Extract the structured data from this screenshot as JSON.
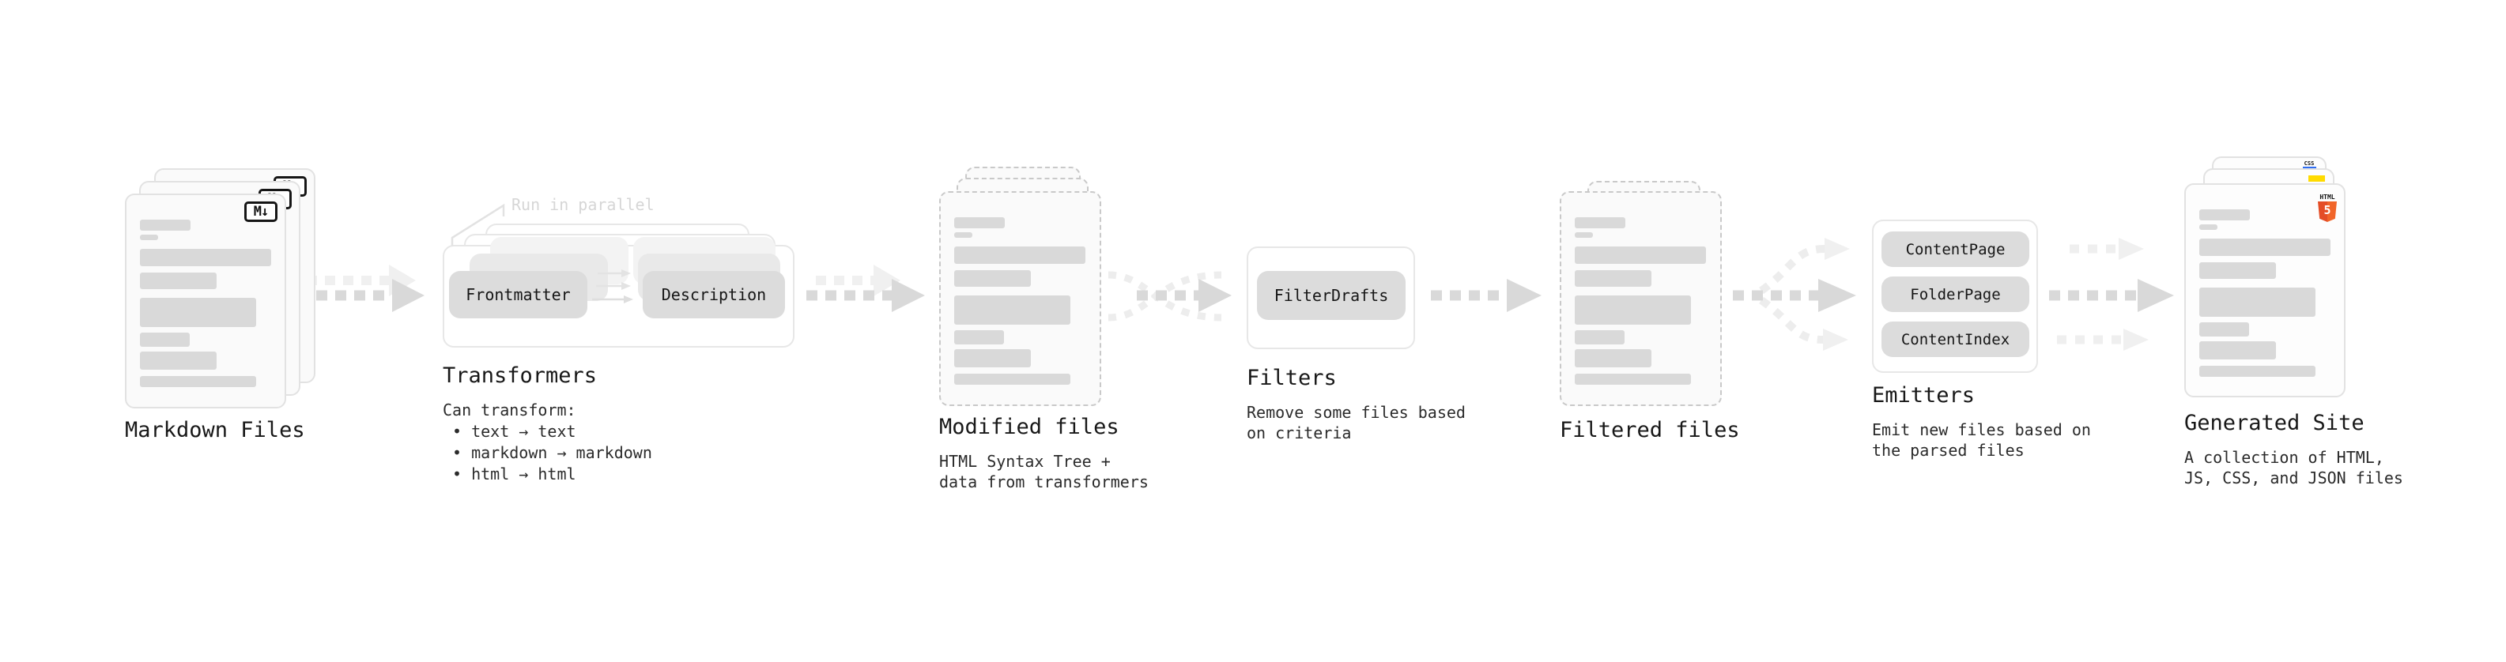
{
  "pipeline": {
    "markdown_files": {
      "title": "Markdown Files",
      "badge": "M↓"
    },
    "transformers": {
      "title": "Transformers",
      "parallel_note": "Run in parallel",
      "input_box": "Frontmatter",
      "output_box": "Description",
      "caption_intro": "Can transform:",
      "caption_bullets": [
        "• text → text",
        "• markdown → markdown",
        "• html → html"
      ]
    },
    "modified_files": {
      "title": "Modified files",
      "caption_lines": [
        "HTML Syntax Tree +",
        "data from transformers"
      ]
    },
    "filters": {
      "title": "Filters",
      "box": "FilterDrafts",
      "caption_lines": [
        "Remove some files based",
        "on criteria"
      ]
    },
    "filtered_files": {
      "title": "Filtered files"
    },
    "emitters": {
      "title": "Emitters",
      "boxes": [
        "ContentPage",
        "FolderPage",
        "ContentIndex"
      ],
      "caption_lines": [
        "Emit new files based on",
        "the parsed files"
      ]
    },
    "generated_site": {
      "title": "Generated Site",
      "caption_lines": [
        "A collection of HTML,",
        "JS, CSS, and JSON files"
      ],
      "badges": {
        "css": "CSS",
        "html_top": "HTML",
        "html_number": "5"
      }
    }
  },
  "colors": {
    "html5_orange": "#e44d26",
    "html5_orange_light": "#f16529",
    "js_yellow": "#ffdb00",
    "css_blue": "#2f6df2",
    "arrow_dark": "#d9d9d9",
    "arrow_light": "#f0f0f0",
    "card_border": "#e2e2e2",
    "placeholder_bar": "#d9d9d9"
  }
}
